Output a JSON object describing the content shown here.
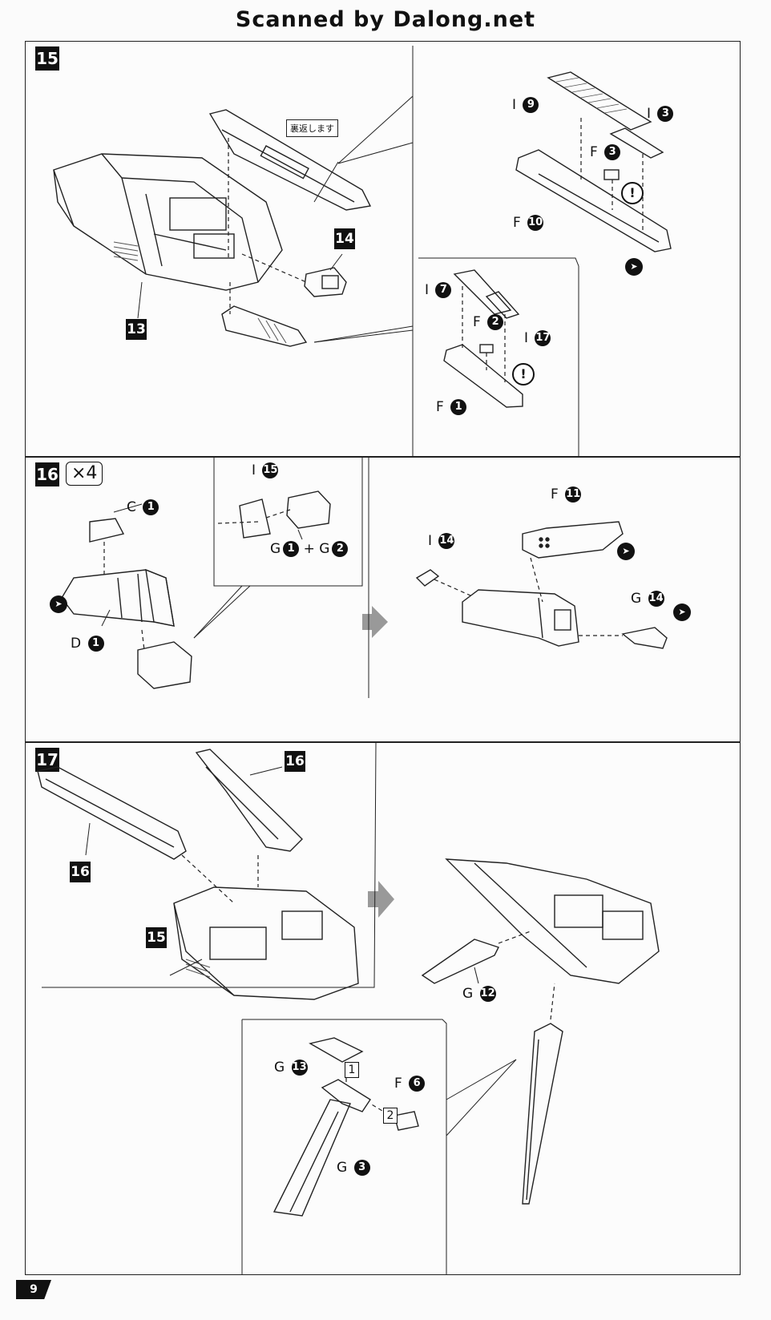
{
  "watermark": "Scanned by Dalong.net",
  "page_number": "9",
  "step15": {
    "step": "15",
    "note_jp": "裏返します",
    "callouts": [
      "13",
      "14"
    ],
    "labels": {
      "I9_l": "I",
      "I9_n": "9",
      "I3_l": "I",
      "I3_n": "3",
      "F3_l": "F",
      "F3_n": "3",
      "F10_l": "F",
      "F10_n": "10",
      "I7_l": "I",
      "I7_n": "7",
      "F2_l": "F",
      "F2_n": "2",
      "I17_l": "I",
      "I17_n": "17",
      "F1_l": "F",
      "F1_n": "1"
    },
    "warning": "!"
  },
  "step16": {
    "step": "16",
    "multiplier": "×4",
    "labels": {
      "C1_l": "C",
      "C1_n": "1",
      "D1_l": "D",
      "D1_n": "1",
      "I15_l": "I",
      "I15_n": "15",
      "G1_l": "G",
      "G1_n": "1",
      "plus": "+",
      "G2_l": "G",
      "G2_n": "2",
      "I14_l": "I",
      "I14_n": "14",
      "F11_l": "F",
      "F11_n": "11",
      "G14_l": "G",
      "G14_n": "14"
    }
  },
  "step17": {
    "step": "17",
    "callouts": [
      "16",
      "16",
      "15"
    ],
    "labels": {
      "G12_l": "G",
      "G12_n": "12",
      "G13_l": "G",
      "G13_n": "13",
      "F6_l": "F",
      "F6_n": "6",
      "G3_l": "G",
      "G3_n": "3"
    },
    "order": [
      "1",
      "2"
    ]
  }
}
